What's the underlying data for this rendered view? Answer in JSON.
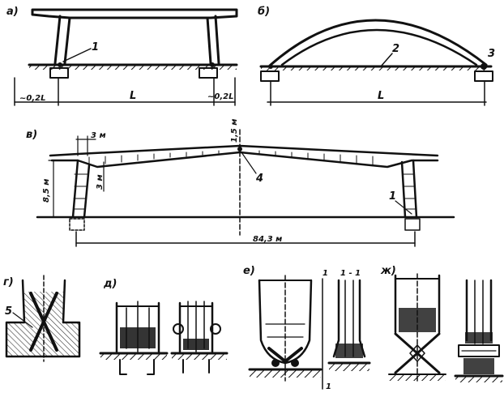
{
  "panels": {
    "a": {
      "label": "а)",
      "callout": "1",
      "dim_left": "~0,2L",
      "dim_span": "L",
      "dim_right": "~0,2L"
    },
    "b": {
      "label": "б)",
      "callout_tie": "2",
      "callout_hinge": "3",
      "dim_span": "L"
    },
    "v": {
      "label": "в)",
      "dim_cantilever": "3 м",
      "dim_beam_depth": "3 м",
      "dim_height": "8,5 м",
      "dim_ridge": "1,5 м",
      "callout_joint": "4",
      "callout_hinge": "1",
      "dim_span": "84,3 м"
    },
    "g": {
      "label": "г)",
      "callout": "5"
    },
    "d": {
      "label": "д)"
    },
    "e": {
      "label": "е)",
      "section_mark": "1",
      "section_title": "1 - 1",
      "section_mark_bottom": "1"
    },
    "zh": {
      "label": "ж)"
    }
  },
  "colors": {
    "ink": "#111111",
    "paper": "#ffffff"
  }
}
